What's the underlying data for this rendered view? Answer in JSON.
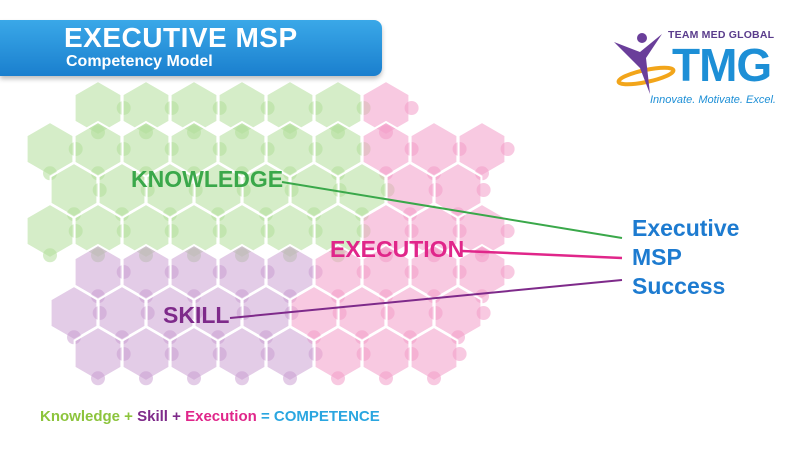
{
  "header": {
    "title": "EXECUTIVE MSP",
    "subtitle": "Competency Model"
  },
  "logo": {
    "brand_top": "TEAM MED GLOBAL",
    "letters": "TMG",
    "tagline": "Innovate. Motivate. Excel."
  },
  "diagram": {
    "knowledge": "KNOWLEDGE",
    "execution": "EXECUTION",
    "skill": "SKILL",
    "success_lines": [
      "Executive",
      "MSP",
      "Success"
    ]
  },
  "equation": {
    "knowledge": "Knowledge",
    "plus1": " + ",
    "skill": "Skill",
    "plus2": " + ",
    "execution": "Execution",
    "equals": " = ",
    "competence": "COMPETENCE"
  },
  "colors": {
    "banner": "#1a7fce",
    "knowledge": "#3aa84a",
    "knowledge_light": "#b3df9a",
    "execution": "#e0268a",
    "execution_light": "#f29cc8",
    "skill": "#7e2a8a",
    "skill_light": "#c89ad0",
    "success": "#1d7bd0",
    "competence": "#2aa6e0"
  }
}
